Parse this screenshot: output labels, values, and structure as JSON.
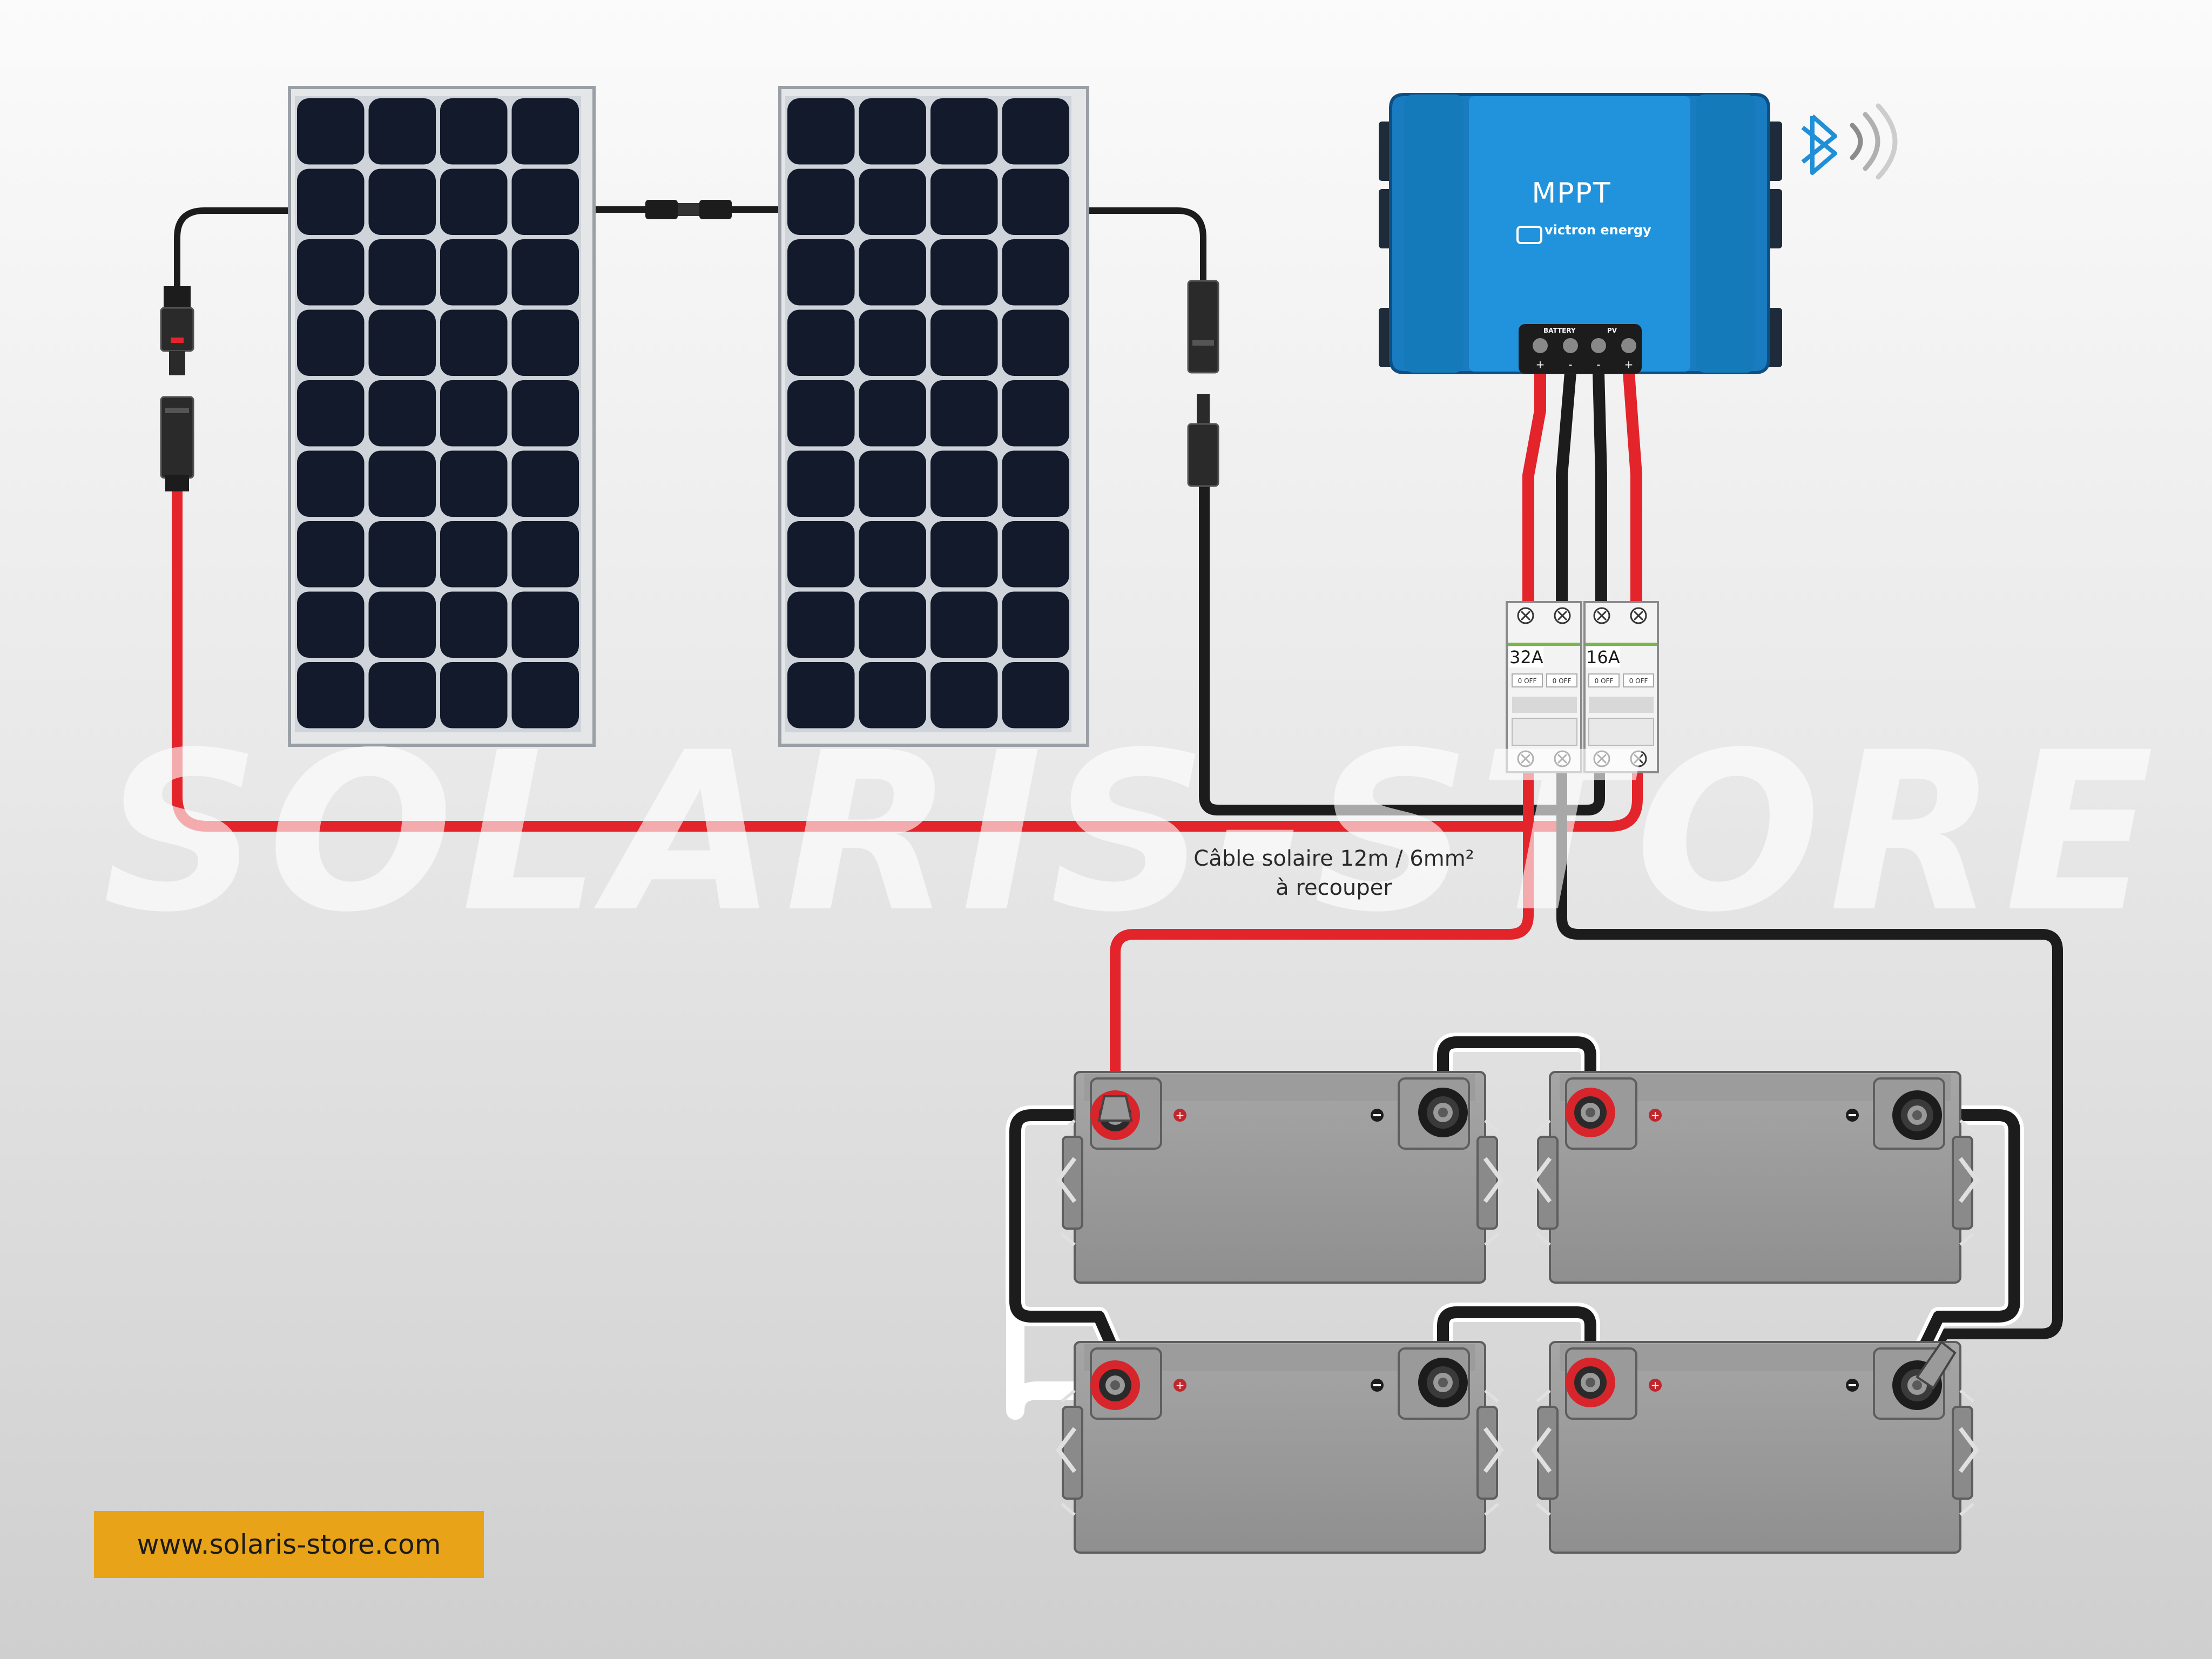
{
  "watermark": "SOLARIS-STORE",
  "cable_note": {
    "line1": "Câble solaire 12m / 6mm²",
    "line2": "à recouper"
  },
  "controller": {
    "label": "MPPT",
    "brand": "victron energy",
    "terminals": {
      "battery": "BATTERY",
      "pv": "PV"
    },
    "body_color": "#1f8fd8"
  },
  "breakers": [
    {
      "rating": "32A"
    },
    {
      "rating": "16A"
    }
  ],
  "website": "www.solaris-store.com",
  "colors": {
    "positive_wire": "#e3242b",
    "negative_wire": "#1c1c1c",
    "badge": "#e8a319",
    "bluetooth": "#1f8fd8"
  },
  "icons": [
    "bluetooth-icon",
    "wireless-signal-icon"
  ]
}
